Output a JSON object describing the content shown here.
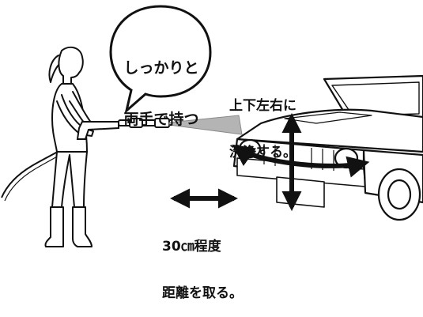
{
  "speech_bubble": {
    "line1": "しっかりと",
    "line2": "両手で持つ"
  },
  "direction_note": {
    "line1": "上下左右に",
    "line2": "洗浄する。"
  },
  "distance_note": {
    "line1": "30㎝程度",
    "line2": "距離を取る。"
  },
  "colors": {
    "line": "#111111",
    "spray": "#b4b4b4",
    "background": "#ffffff"
  }
}
